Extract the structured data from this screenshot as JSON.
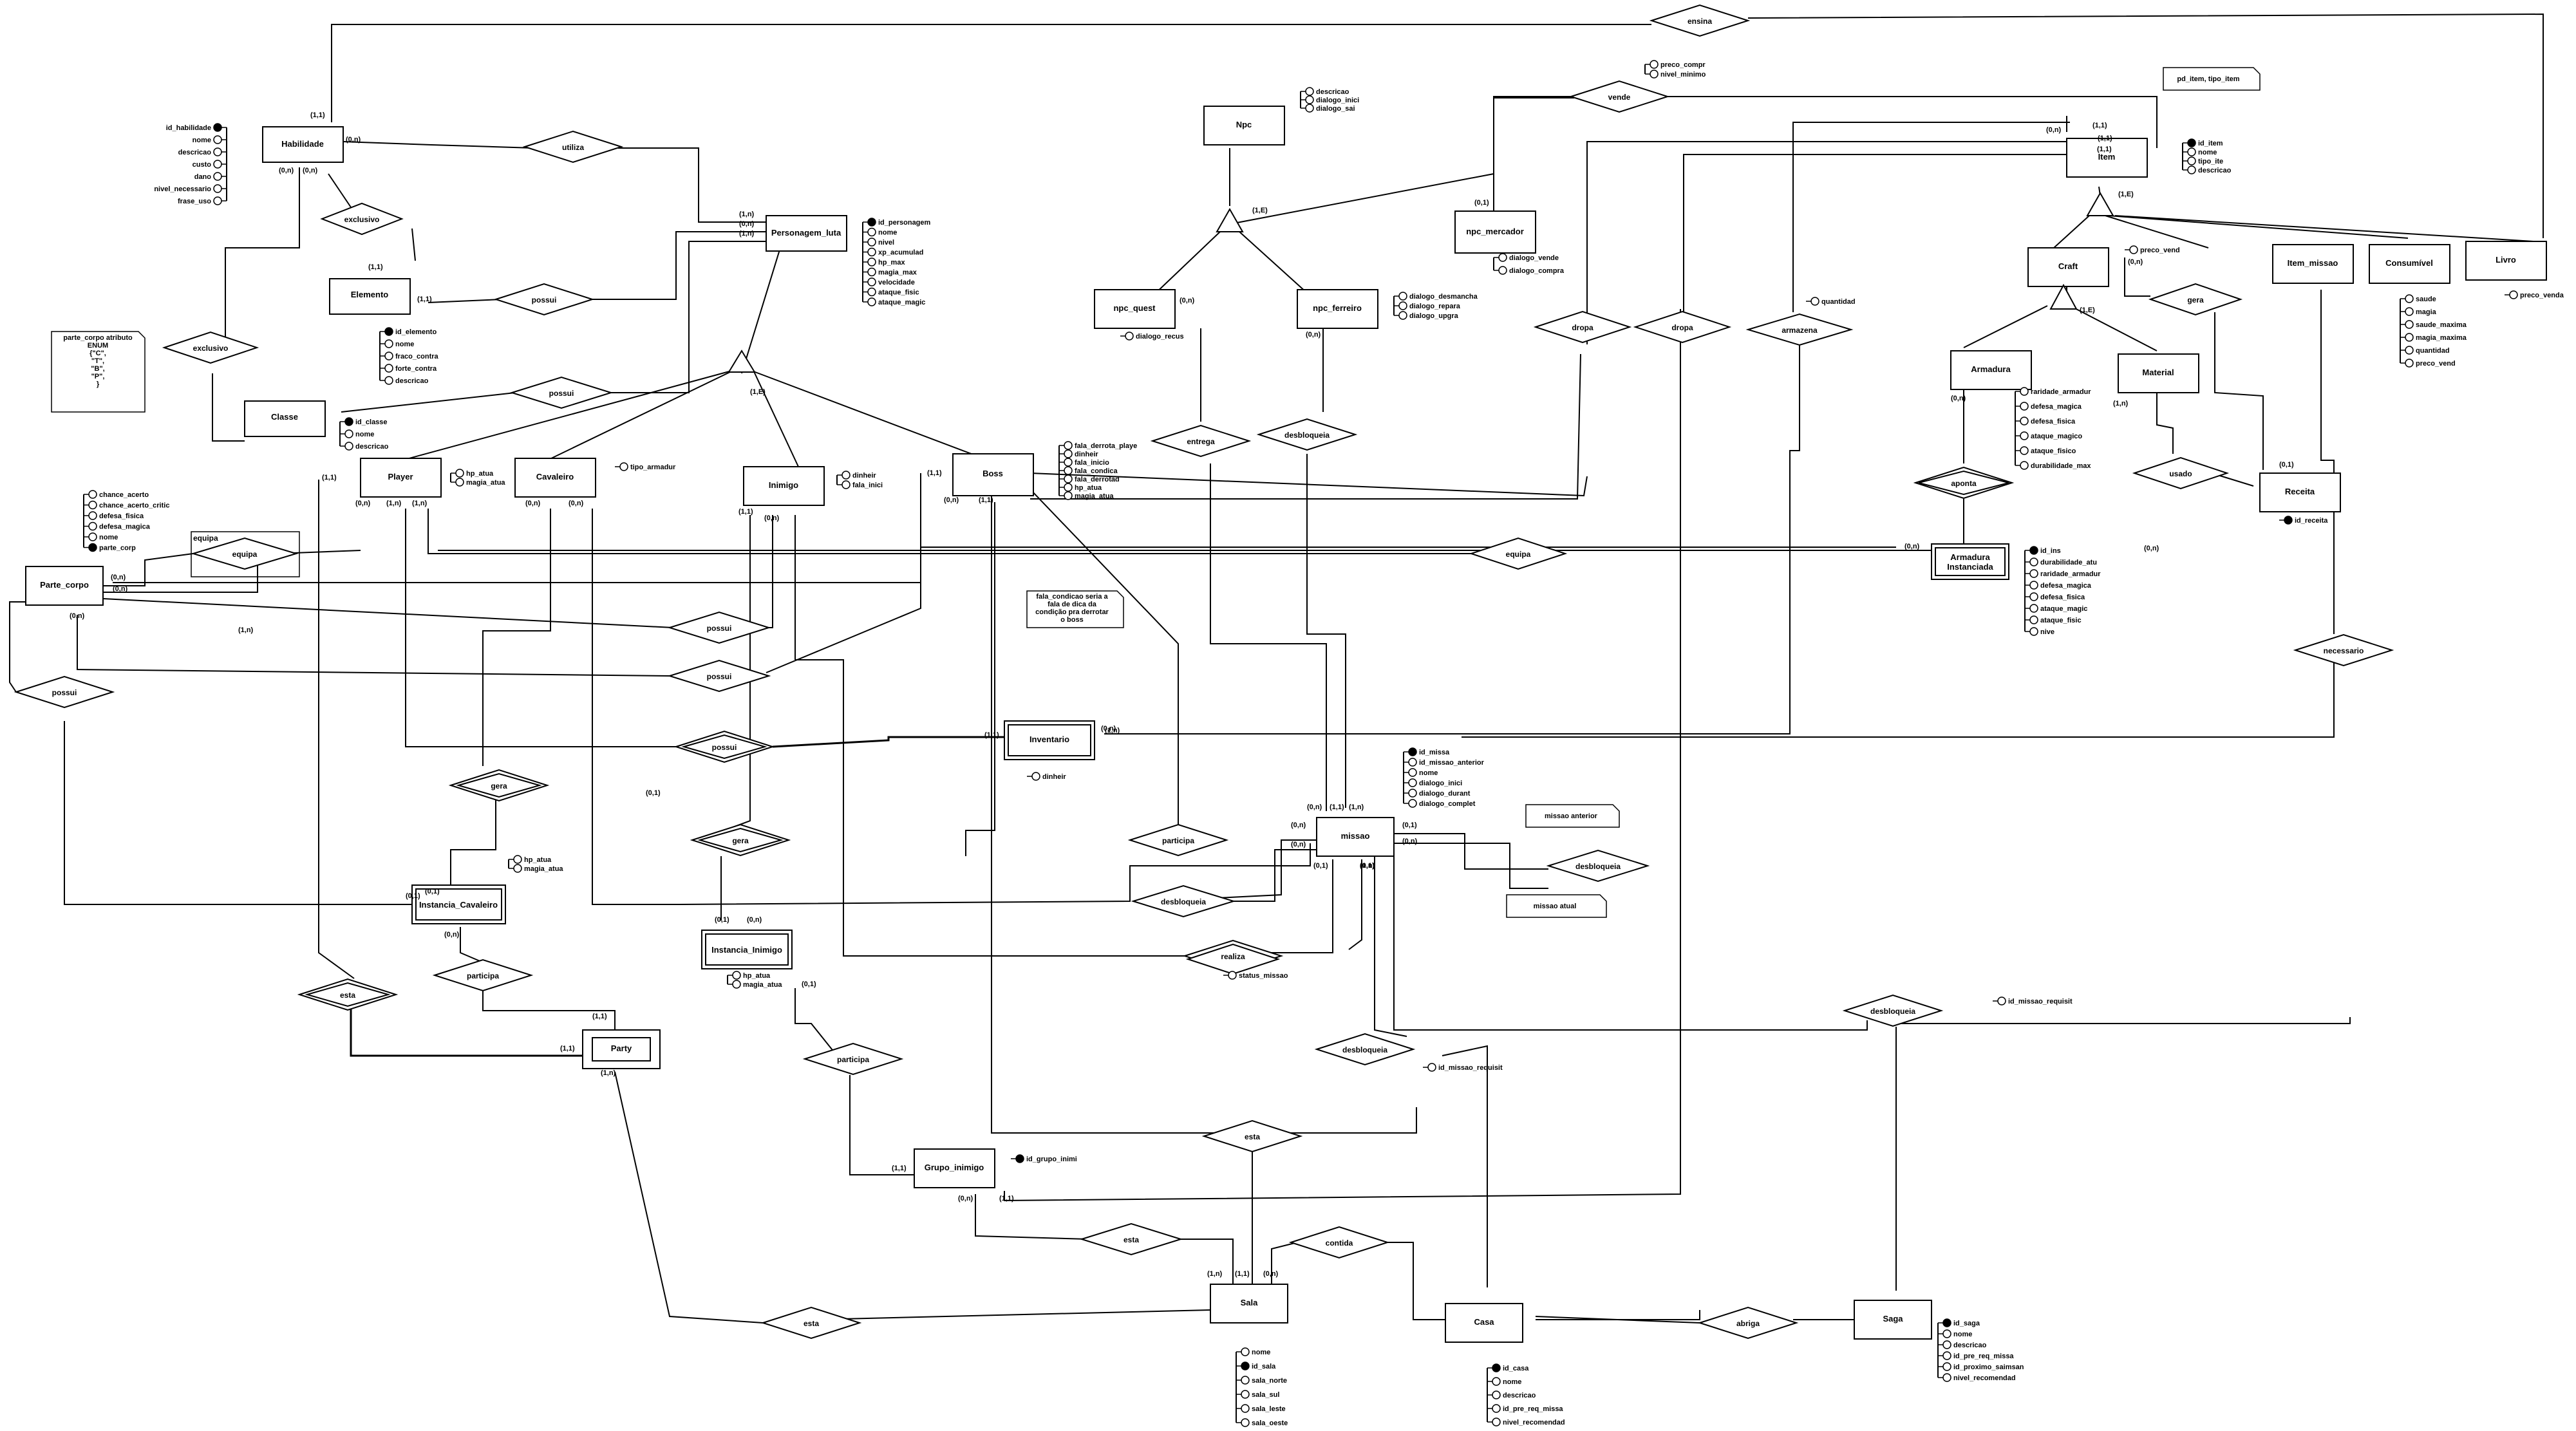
{
  "entities": [
    {
      "id": "habilidade",
      "label": "Habilidade"
    },
    {
      "id": "elemento",
      "label": "Elemento"
    },
    {
      "id": "classe",
      "label": "Classe"
    },
    {
      "id": "personagem_luta",
      "label": "Personagem_luta"
    },
    {
      "id": "npc",
      "label": "Npc"
    },
    {
      "id": "npc_mercador",
      "label": "npc_mercador"
    },
    {
      "id": "npc_quest",
      "label": "npc_quest"
    },
    {
      "id": "npc_ferreiro",
      "label": "npc_ferreiro"
    },
    {
      "id": "item",
      "label": "Item"
    },
    {
      "id": "craft",
      "label": "Craft"
    },
    {
      "id": "item_missao",
      "label": "Item_missao"
    },
    {
      "id": "consumivel",
      "label": "Consumível"
    },
    {
      "id": "livro",
      "label": "Livro"
    },
    {
      "id": "armadura",
      "label": "Armadura"
    },
    {
      "id": "material",
      "label": "Material"
    },
    {
      "id": "receita",
      "label": "Receita"
    },
    {
      "id": "armadura_inst",
      "label": "Armadura Instanciada"
    },
    {
      "id": "player",
      "label": "Player"
    },
    {
      "id": "cavaleiro",
      "label": "Cavaleiro"
    },
    {
      "id": "inimigo",
      "label": "Inimigo"
    },
    {
      "id": "boss",
      "label": "Boss"
    },
    {
      "id": "parte_corpo",
      "label": "Parte_corpo"
    },
    {
      "id": "inventario",
      "label": "Inventario"
    },
    {
      "id": "missao",
      "label": "missao"
    },
    {
      "id": "instancia_cavaleiro",
      "label": "Instancia_Cavaleiro"
    },
    {
      "id": "instancia_inimigo",
      "label": "Instancia_Inimigo"
    },
    {
      "id": "party",
      "label": "Party"
    },
    {
      "id": "grupo_inimigo",
      "label": "Grupo_inimigo"
    },
    {
      "id": "sala",
      "label": "Sala"
    },
    {
      "id": "casa",
      "label": "Casa"
    },
    {
      "id": "saga",
      "label": "Saga"
    }
  ],
  "relationships": [
    {
      "id": "ensina",
      "label": "ensina"
    },
    {
      "id": "vende",
      "label": "vende"
    },
    {
      "id": "utiliza",
      "label": "utiliza"
    },
    {
      "id": "exclusivo1",
      "label": "exclusivo"
    },
    {
      "id": "exclusivo2",
      "label": "exclusivo"
    },
    {
      "id": "possui_el",
      "label": "possui"
    },
    {
      "id": "possui_cl",
      "label": "possui"
    },
    {
      "id": "dropa1",
      "label": "dropa"
    },
    {
      "id": "dropa2",
      "label": "dropa"
    },
    {
      "id": "armazena",
      "label": "armazena"
    },
    {
      "id": "gera_craft",
      "label": "gera"
    },
    {
      "id": "aponta",
      "label": "aponta"
    },
    {
      "id": "usado",
      "label": "usado"
    },
    {
      "id": "equipa1",
      "label": "equipa"
    },
    {
      "id": "equipa2",
      "label": "equipa"
    },
    {
      "id": "possui_pc",
      "label": "possui"
    },
    {
      "id": "possui_in",
      "label": "possui"
    },
    {
      "id": "possui_pl",
      "label": "possui"
    },
    {
      "id": "possui_inv",
      "label": "possui"
    },
    {
      "id": "necessario",
      "label": "necessario"
    },
    {
      "id": "entrega",
      "label": "entrega"
    },
    {
      "id": "desbloqueia_f",
      "label": "desbloqueia"
    },
    {
      "id": "participa1",
      "label": "participa"
    },
    {
      "id": "desbloqueia1",
      "label": "desbloqueia"
    },
    {
      "id": "desbloqueia2",
      "label": "desbloqueia"
    },
    {
      "id": "desbloqueia3",
      "label": "desbloqueia"
    },
    {
      "id": "desbloqueia4",
      "label": "desbloqueia"
    },
    {
      "id": "realiza",
      "label": "realiza"
    },
    {
      "id": "gera1",
      "label": "gera"
    },
    {
      "id": "gera2",
      "label": "gera"
    },
    {
      "id": "participa2",
      "label": "participa"
    },
    {
      "id": "participa3",
      "label": "participa"
    },
    {
      "id": "esta1",
      "label": "esta"
    },
    {
      "id": "esta2",
      "label": "esta"
    },
    {
      "id": "esta3",
      "label": "esta"
    },
    {
      "id": "esta4",
      "label": "esta"
    },
    {
      "id": "contida",
      "label": "contida"
    },
    {
      "id": "abriga",
      "label": "abriga"
    }
  ],
  "specializations": [
    {
      "id": "spec_npc",
      "label": "(1,E)"
    },
    {
      "id": "spec_item",
      "label": "(1,E)"
    },
    {
      "id": "spec_craft",
      "label": "(1,E)"
    },
    {
      "id": "spec_pers",
      "label": "(1,E)"
    }
  ],
  "attributes": {
    "habilidade": [
      "id_habilidade",
      "nome",
      "descricao",
      "custo",
      "dano",
      "nivel_necessario",
      "frase_uso"
    ],
    "elemento": [
      "id_elemento",
      "nome",
      "fraco_contra",
      "forte_contra",
      "descricao"
    ],
    "classe": [
      "id_classe",
      "nome",
      "descricao"
    ],
    "personagem_luta": [
      "id_personagem",
      "nome",
      "nivel",
      "xp_acumulad",
      "hp_max",
      "magia_max",
      "velocidade",
      "ataque_fisic",
      "ataque_magic"
    ],
    "npc": [
      "descricao",
      "dialogo_inici",
      "dialogo_sai"
    ],
    "npc_mercador": [
      "dialogo_vende",
      "dialogo_compra"
    ],
    "npc_quest": [
      "dialogo_recus"
    ],
    "npc_ferreiro": [
      "dialogo_desmancha",
      "dialogo_repara",
      "dialogo_upgra"
    ],
    "vende": [
      "preco_compr",
      "nivel_minimo"
    ],
    "item": [
      "id_item",
      "nome",
      "tipo_ite",
      "descricao"
    ],
    "craft": [
      "preco_vend"
    ],
    "consumivel": [
      "saude",
      "magia",
      "saude_maxima",
      "magia_maxima",
      "quantidad",
      "preco_vend"
    ],
    "livro": [
      "preco_venda"
    ],
    "armazena": [
      "quantidad"
    ],
    "armadura": [
      "raridade_armadur",
      "defesa_magica",
      "defesa_fisica",
      "ataque_magico",
      "ataque_fisico",
      "durabilidade_max"
    ],
    "receita": [
      "id_receita"
    ],
    "armadura_inst": [
      "id_ins",
      "durabilidade_atu",
      "raridade_armadur",
      "defesa_magica",
      "defesa_fisica",
      "ataque_magic",
      "ataque_fisic",
      "nive"
    ],
    "player": [
      "hp_atua",
      "magia_atua"
    ],
    "cavaleiro": [
      "tipo_armadur"
    ],
    "inimigo": [
      "dinheir",
      "fala_inici"
    ],
    "boss": [
      "fala_derrota_playe",
      "dinheir",
      "fala_inicio",
      "fala_condica",
      "fala_derrotad",
      "hp_atua",
      "magia_atua"
    ],
    "parte_corpo": [
      "chance_acerto",
      "chance_acerto_critic",
      "defesa_fisica",
      "defesa_magica",
      "nome",
      "parte_corp"
    ],
    "inventario": [
      "dinheir"
    ],
    "missao": [
      "id_missa",
      "id_missao_anterior",
      "nome",
      "dialogo_inici",
      "dialogo_durant",
      "dialogo_complet"
    ],
    "instancia_cavaleiro": [
      "hp_atua",
      "magia_atua"
    ],
    "instancia_inimigo": [
      "hp_atua",
      "magia_atua"
    ],
    "grupo_inimigo": [
      "id_grupo_inimi"
    ],
    "realiza": [
      "status_missao"
    ],
    "desbloqueia_sala": [
      "id_missao_requisit"
    ],
    "desbloqueia_saga": [
      "id_missao_requisit"
    ],
    "sala": [
      "nome",
      "id_sala",
      "sala_norte",
      "sala_sul",
      "sala_leste",
      "sala_oeste"
    ],
    "casa": [
      "id_casa",
      "nome",
      "descricao",
      "id_pre_req_missa",
      "nivel_recomendad"
    ],
    "saga": [
      "id_saga",
      "nome",
      "descricao",
      "id_pre_req_missa",
      "id_proximo_saimsan",
      "nivel_recomendad"
    ]
  },
  "cardinalities": [
    "(1,1)",
    "(0,n)",
    "(0,n)",
    "(0,n)",
    "(1,1)",
    "(1,1)",
    "(1,n)",
    "(0,n)",
    "(0,n)",
    "(0,n)",
    "(0,1)",
    "(1,n)",
    "(0,n)",
    "(1,n)",
    "(0,n)",
    "(1,1)",
    "(1,1)",
    "(1,1)",
    "(0,n)",
    "(0,n)",
    "(1,n)",
    "(0,1)",
    "(0,n)",
    "(0,n)",
    "(1,1)",
    "(0,n)",
    "(1,n)",
    "(1,n)",
    "(0,n)",
    "(0,n)",
    "(1,1)",
    "(0,n)",
    "(1,1)",
    "(0,n)",
    "(0,1)",
    "(0,n)",
    "(0,n)",
    "(1,1)",
    "(1,n)",
    "(1,1)",
    "(0,n)",
    "(0,n)",
    "(1,1)",
    "(1,n)",
    "(0,n)",
    "(0,n)",
    "(0,1)",
    "(0,n)",
    "(0,1)",
    "(0,n)",
    "(0,n)",
    "(1,1)",
    "(0,1)",
    "(0,n)",
    "(0,1)",
    "(0,1)",
    "(0,n)",
    "(0,1)",
    "(1,1)",
    "(1,1)",
    "(1,n)",
    "(1,1)",
    "(0,n)",
    "(1,1)",
    "(1,n)",
    "(1,1)",
    "(0,n)"
  ],
  "notes": {
    "parte_corpo_enum": [
      "parte_corpo atributo",
      "ENUM",
      "{\"C\",",
      "\"T\",",
      "\"B\",",
      "\"P\",",
      "}"
    ],
    "fala_condicao": [
      "fala_condicao seria a",
      "fala de dica da",
      "condição pra derrotar",
      "o boss"
    ],
    "item_pk": "pd_item, tipo_item",
    "missao_anterior": "missao anterior",
    "missao_atual": "missao atual"
  }
}
